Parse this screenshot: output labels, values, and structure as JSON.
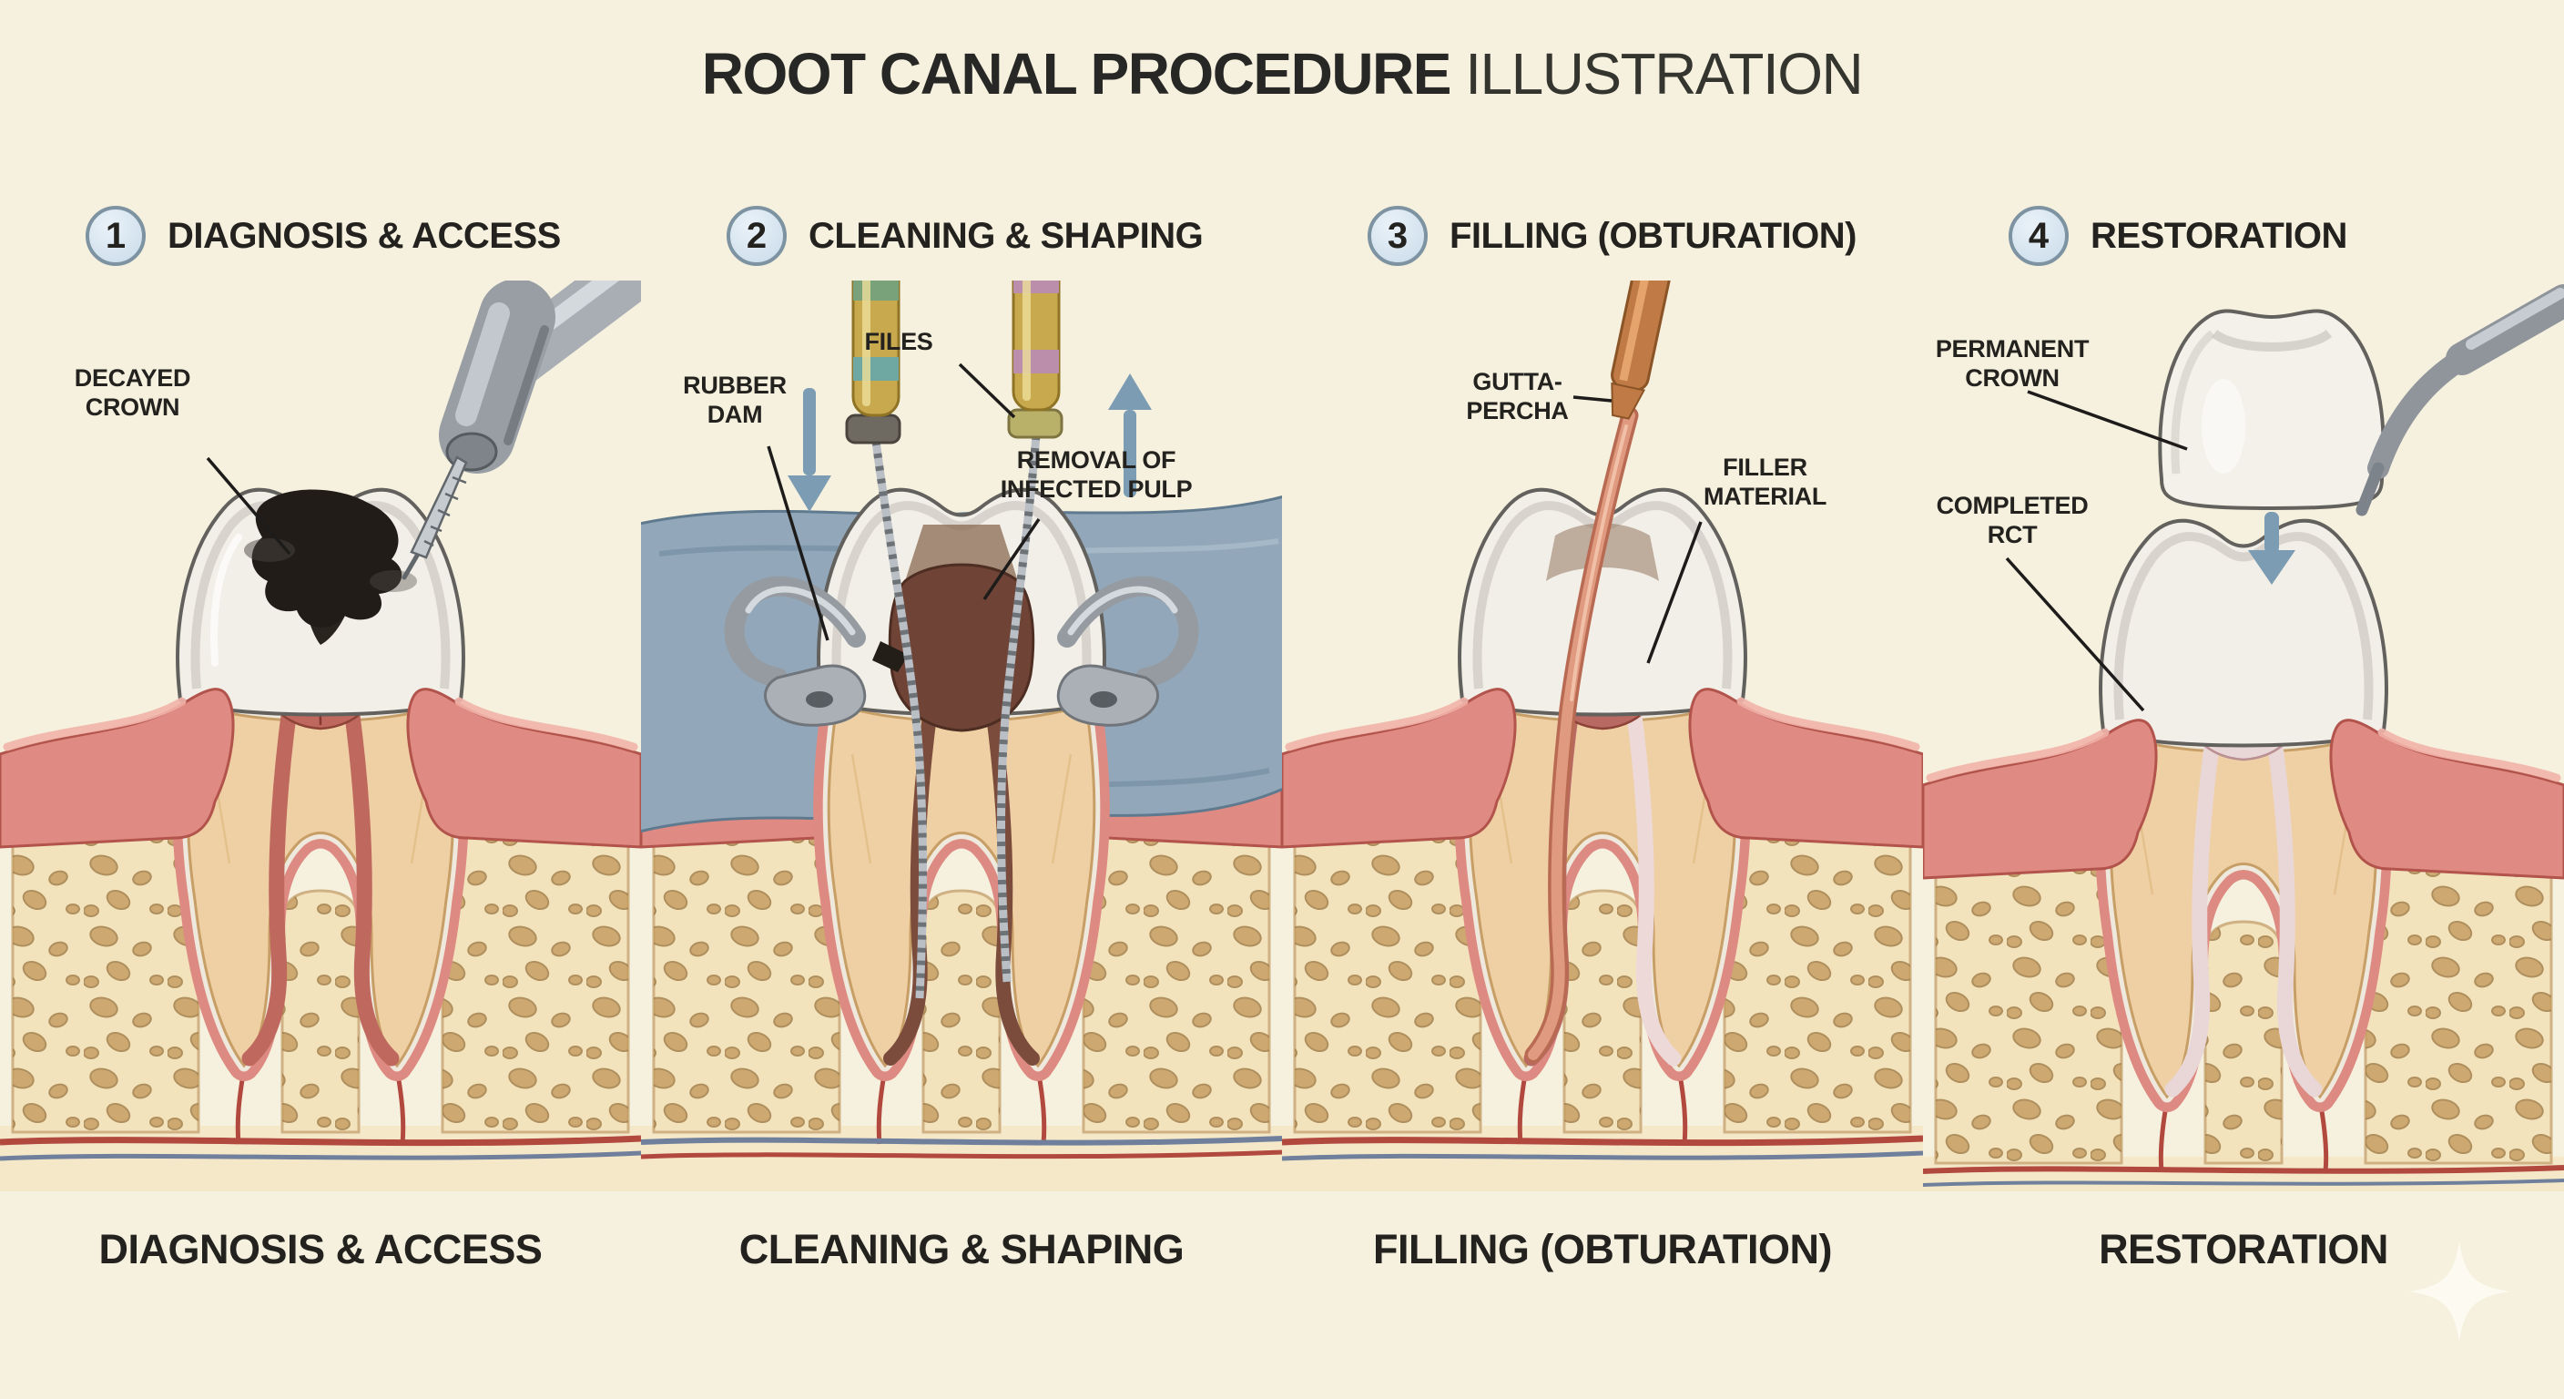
{
  "title": {
    "main": "ROOT CANAL PROCEDURE",
    "secondary": "ILLUSTRATION"
  },
  "steps": [
    {
      "number": "1",
      "header": "DIAGNOSIS & ACCESS",
      "caption": "DIAGNOSIS & ACCESS",
      "labels": {
        "decayed_crown": "DECAYED\nCROWN"
      }
    },
    {
      "number": "2",
      "header": "CLEANING & SHAPING",
      "caption": "CLEANING & SHAPING",
      "labels": {
        "rubber_dam": "RUBBER\nDAM",
        "files": "FILES",
        "removal": "REMOVAL OF\nINFECTED PULP"
      }
    },
    {
      "number": "3",
      "header": "FILLING (OBTURATION)",
      "caption": "FILLING (OBTURATION)",
      "labels": {
        "gutta_percha": "GUTTA-\nPERCHA",
        "filler_material": "FILLER\nMATERIAL"
      }
    },
    {
      "number": "4",
      "header": "RESTORATION",
      "caption": "RESTORATION",
      "labels": {
        "permanent_crown": "PERMANENT\nCROWN",
        "completed_rct": "COMPLETED\nRCT"
      }
    }
  ],
  "colors": {
    "background": "#f6f1de",
    "badge_fill": "#d3e2ee",
    "badge_border": "#7e93a2",
    "text": "#23221f",
    "enamel": "#f2efe8",
    "dentin": "#efd0a4",
    "pulp_red": "#bf685e",
    "infected_pulp": "#6f4437",
    "filler_pink": "#ecd9d8",
    "gutta_percha": "#d98a70",
    "gum_pink": "#df8b83",
    "bone": "#f3e3bd",
    "rubber_dam": "#92a8ba",
    "metal_gray": "#9aa0a6",
    "arrow_blue": "#7b9cb3",
    "decay_black": "#211c18"
  }
}
